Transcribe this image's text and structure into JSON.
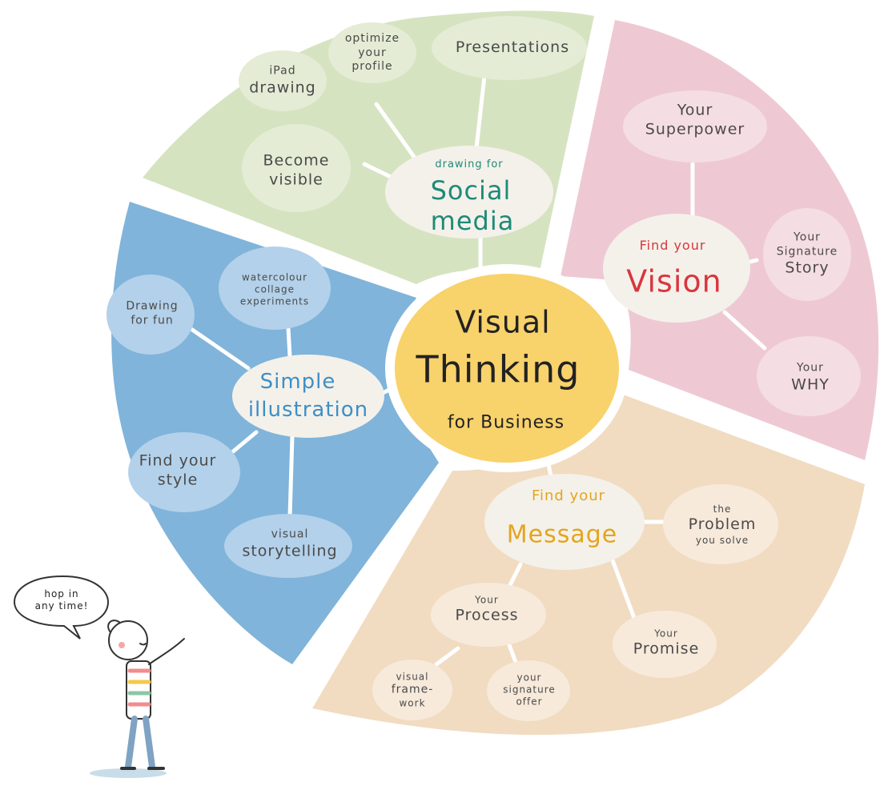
{
  "palette": {
    "green": "#d6e3c1",
    "pink": "#eec9d4",
    "blue": "#80b4da",
    "peach": "#f1dcc1",
    "center": "#f8d26a",
    "bubble": "#f4f1ea"
  },
  "center": {
    "line1": "Visual",
    "line2": "Thinking",
    "line3": "for Business"
  },
  "social": {
    "kicker": "drawing for",
    "title1": "Social",
    "title2": "media",
    "items": [
      {
        "l1": "iPad",
        "l2": "drawing"
      },
      {
        "l1": "optimize",
        "l2": "your",
        "l3": "profile"
      },
      {
        "l1": "Presentations"
      },
      {
        "l1": "Become",
        "l2": "visible"
      }
    ]
  },
  "vision": {
    "kicker": "Find your",
    "title": "Vision",
    "items": [
      {
        "l1": "Your",
        "l2": "Superpower"
      },
      {
        "l1": "Your",
        "l2": "Signature",
        "l3": "Story"
      },
      {
        "l1": "Your",
        "l2": "WHY"
      }
    ]
  },
  "illustration": {
    "title1": "Simple",
    "title2": "illustration",
    "items": [
      {
        "l1": "Drawing",
        "l2": "for fun"
      },
      {
        "l1": "watercolour",
        "l2": "collage",
        "l3": "experiments"
      },
      {
        "l1": "Find your",
        "l2": "style"
      },
      {
        "l1": "visual",
        "l2": "storytelling"
      }
    ]
  },
  "message": {
    "kicker": "Find your",
    "title": "Message",
    "items": [
      {
        "l1": "the",
        "l2": "Problem",
        "l3": "you solve"
      },
      {
        "l1": "Your",
        "l2": "Process"
      },
      {
        "l1": "Your",
        "l2": "Promise"
      },
      {
        "l1": "visual",
        "l2": "frame-",
        "l3": "work"
      },
      {
        "l1": "your",
        "l2": "signature",
        "l3": "offer"
      }
    ]
  },
  "speech": {
    "line1": "hop in",
    "line2": "any time!"
  }
}
